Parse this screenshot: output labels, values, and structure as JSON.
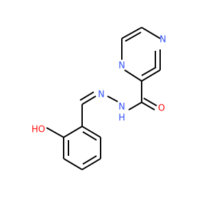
{
  "molecule": {
    "atoms": {
      "n_pyrazine_top": {
        "symbol": "N",
        "color": "#3050F8"
      },
      "n_pyrazine_left": {
        "symbol": "N",
        "color": "#3050F8"
      },
      "o_carbonyl": {
        "symbol": "O",
        "color": "#FF0D0D"
      },
      "n_hydrazone": {
        "symbol": "N",
        "color": "#3050F8"
      },
      "nh_amide": {
        "symbol": "N",
        "color": "#3050F8"
      },
      "h_amide": {
        "symbol": "H",
        "color": "#3050F8"
      },
      "ho_phenol": {
        "symbol": "HO",
        "color": "#FF0D0D"
      }
    }
  }
}
